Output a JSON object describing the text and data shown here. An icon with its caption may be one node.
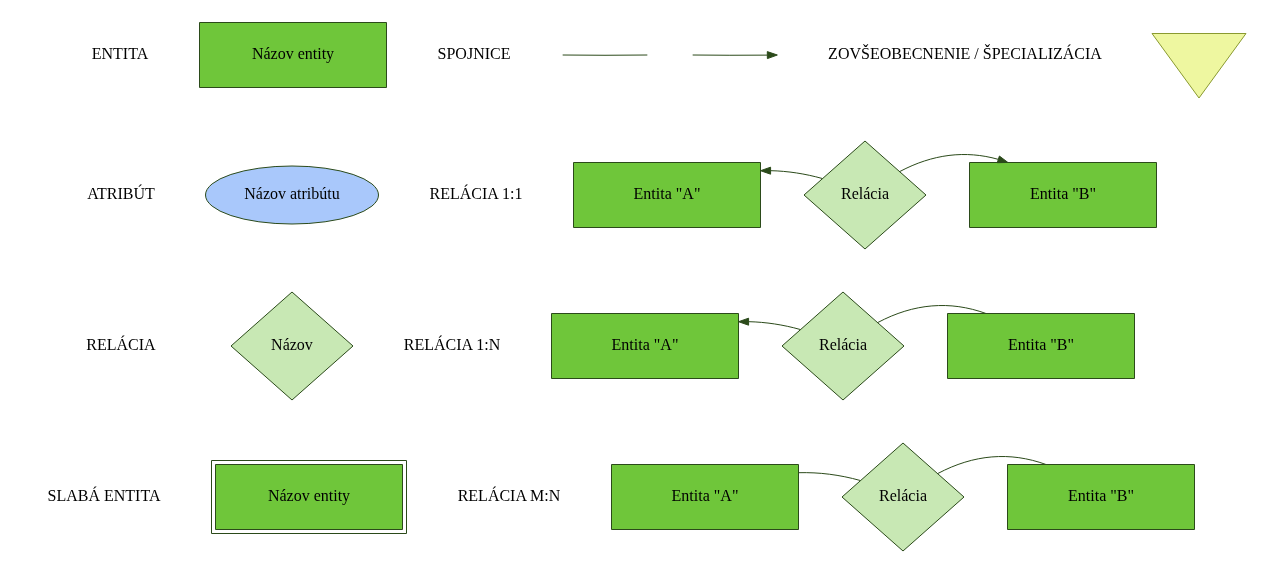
{
  "diagram": {
    "nodes": [
      {
        "text": [
          "Názov entity"
        ]
      },
      {
        "text": [
          "Názov atribútu"
        ]
      },
      {
        "text": [
          "Názov"
        ]
      },
      {
        "text": [
          "Názov entity"
        ]
      },
      {
        "text": [],
        "shape": "triangle"
      },
      {
        "text": [
          "Entita \"A\""
        ]
      },
      {
        "text": [
          "Relácia"
        ]
      },
      {
        "text": [
          "Entita \"B\""
        ]
      },
      {
        "text": [
          "Entita \"A\""
        ]
      },
      {
        "text": [
          "Relácia"
        ]
      },
      {
        "text": [
          "Entita \"B\""
        ]
      },
      {
        "text": [
          "Entita \"A\""
        ]
      },
      {
        "text": [
          "Relácia"
        ]
      },
      {
        "text": [
          "Entita \"B\""
        ]
      }
    ],
    "edges": [
      {
        "from": 6,
        "to": 5,
        "arrow": "to"
      },
      {
        "from": 6,
        "to": 7,
        "arrow": "to"
      },
      {
        "from": 9,
        "to": 8,
        "arrow": "to"
      },
      {
        "from": 9,
        "to": 10,
        "arrow": "none"
      },
      {
        "from": 11,
        "to": 12,
        "arrow": "none"
      },
      {
        "from": 12,
        "to": 13,
        "arrow": "none"
      }
    ],
    "labels": [
      "ENTITA",
      "ZOVŠEOBECNENIE / ŠPECIALIZÁCIA",
      "ATRIBÚT",
      "RELÁCIA 1:1",
      "RELÁCIA",
      "RELÁCIA 1:N",
      "SLABÁ ENTITA",
      "RELÁCIA M:N"
    ],
    "legend": [
      {
        "text": "SPOJNICE"
      }
    ]
  }
}
